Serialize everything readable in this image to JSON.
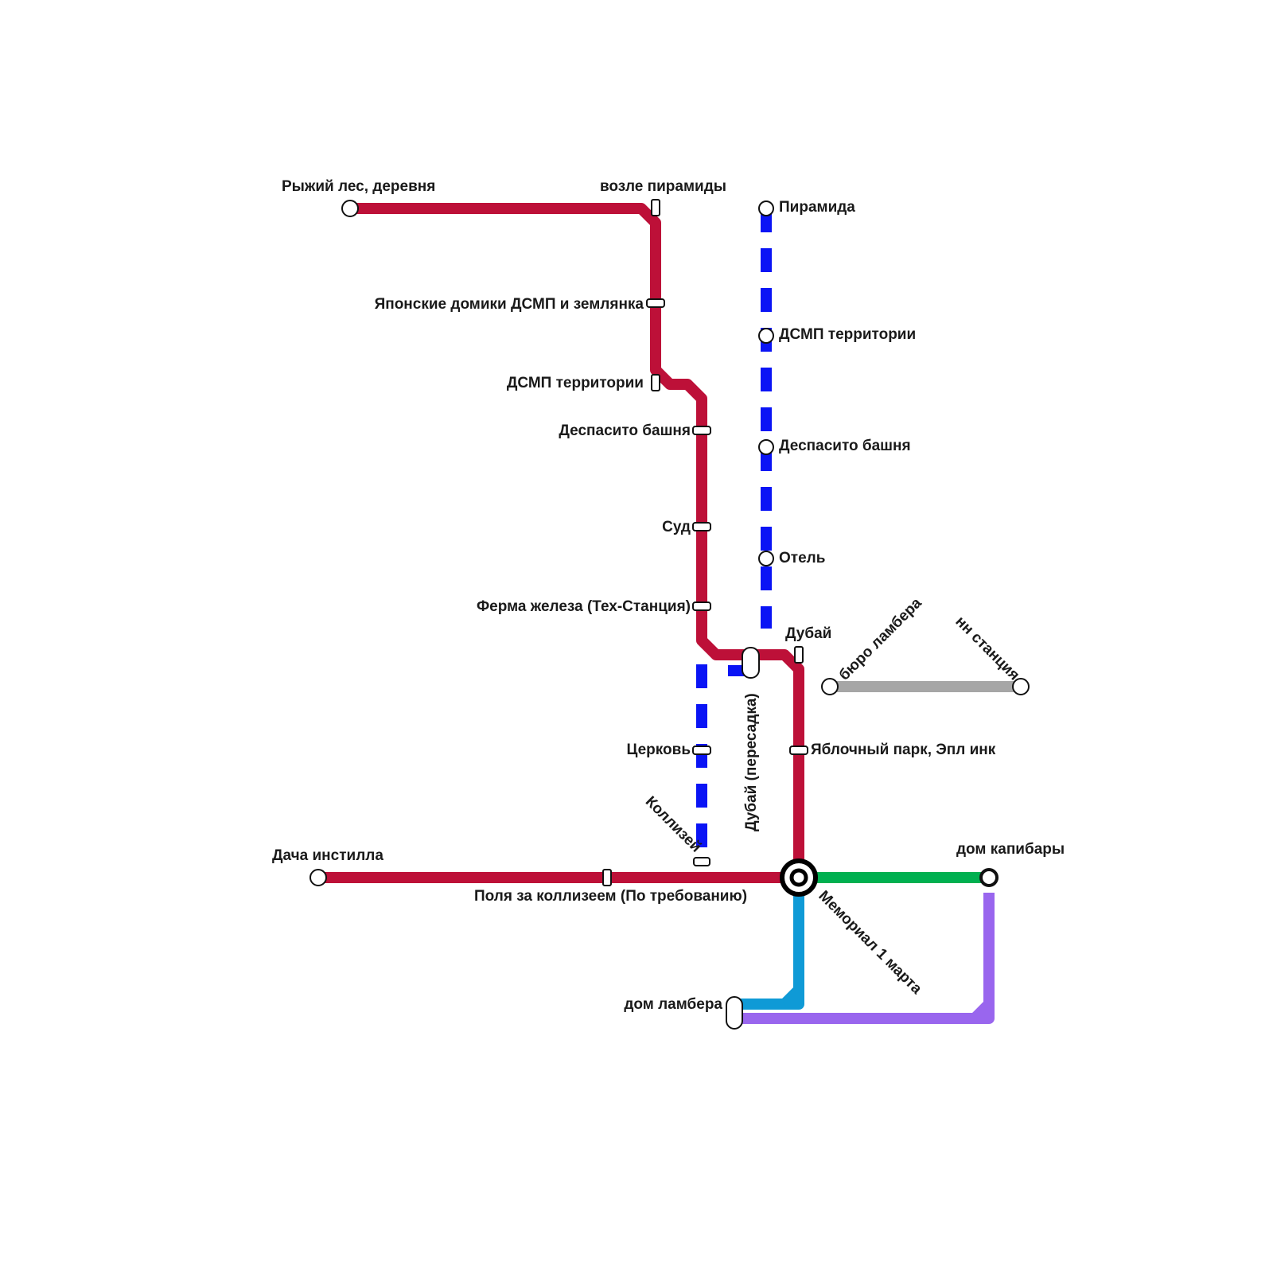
{
  "colors": {
    "red_line": "#bd1038",
    "blue_dashed_line": "#0a14f5",
    "grey_line": "#a6a6a6",
    "green_line": "#00b050",
    "cyan_line": "#0f9ad6",
    "purple_line": "#9966ee",
    "background": "#ffffff"
  },
  "stations": {
    "ryzhiy_les": "Рыжий лес, деревня",
    "vozle_piramidy": "возле пирамиды",
    "yaponskie_domiki": "Японские домики ДСМП и землянка",
    "dsmp_red": "ДСМП территории",
    "despasito_red": "Деспасито башня",
    "sud": "Суд",
    "ferma": "Ферма железа (Тех-Станция)",
    "tserkov": "Церковь",
    "kolizei": "Коллизей",
    "dacha": "Дача инстилла",
    "polya": "Поля за коллизеем (По требованию)",
    "piramida": "Пирамида",
    "dsmp_blue": "ДСМП территории",
    "despasito_blue": "Деспасито башня",
    "otel": "Отель",
    "dubai_peresadka": "Дубай (пересадка)",
    "dubai": "Дубай",
    "byuro_lambera": "бюро ламбера",
    "nn_stantsiya": "нн станция",
    "yablochny": "Яблочный парк, Эпл инк",
    "dom_kapibary": "дом капибары",
    "memorial": "Мемориал 1 марта",
    "dom_lambera": "дом ламбера"
  }
}
